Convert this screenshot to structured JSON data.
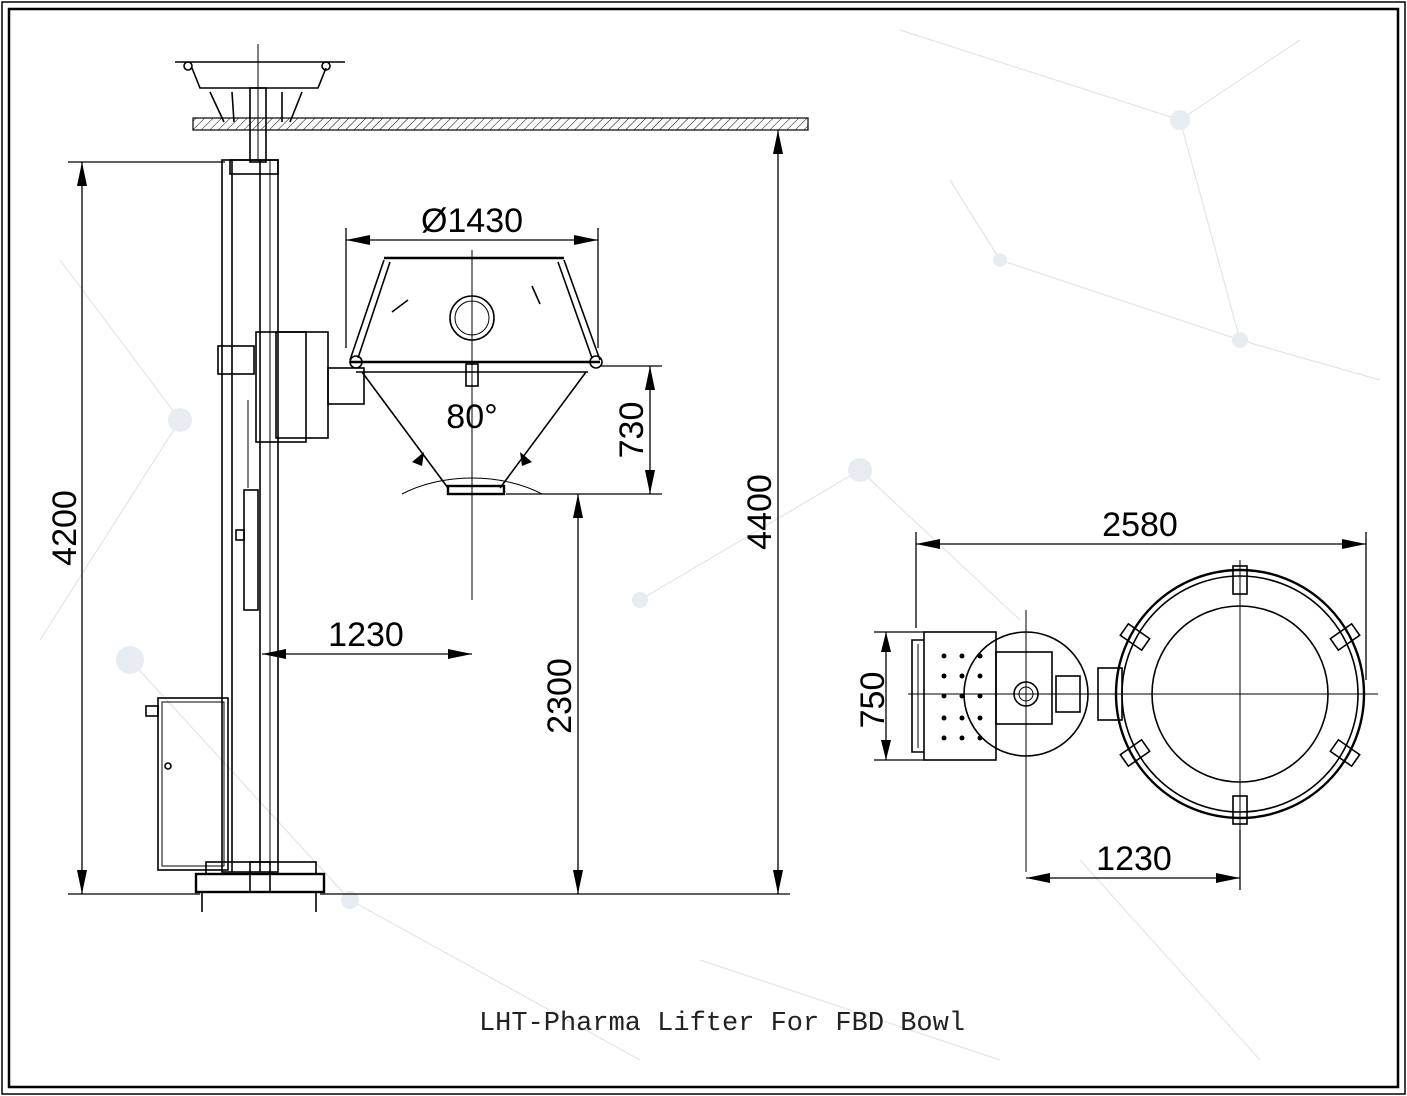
{
  "caption": "LHT-Pharma Lifter For FBD Bowl",
  "dimensions": {
    "column_height": "4200",
    "overall_height": "4400",
    "bowl_diameter": "Ø1430",
    "cone_height": "730",
    "cone_angle": "80°",
    "reach_side": "1230",
    "discharge_height": "2300",
    "plan_width": "2580",
    "plan_depth": "750",
    "plan_reach": "1230"
  },
  "colors": {
    "line": "#000000",
    "background_network": "#dfe6ee"
  }
}
